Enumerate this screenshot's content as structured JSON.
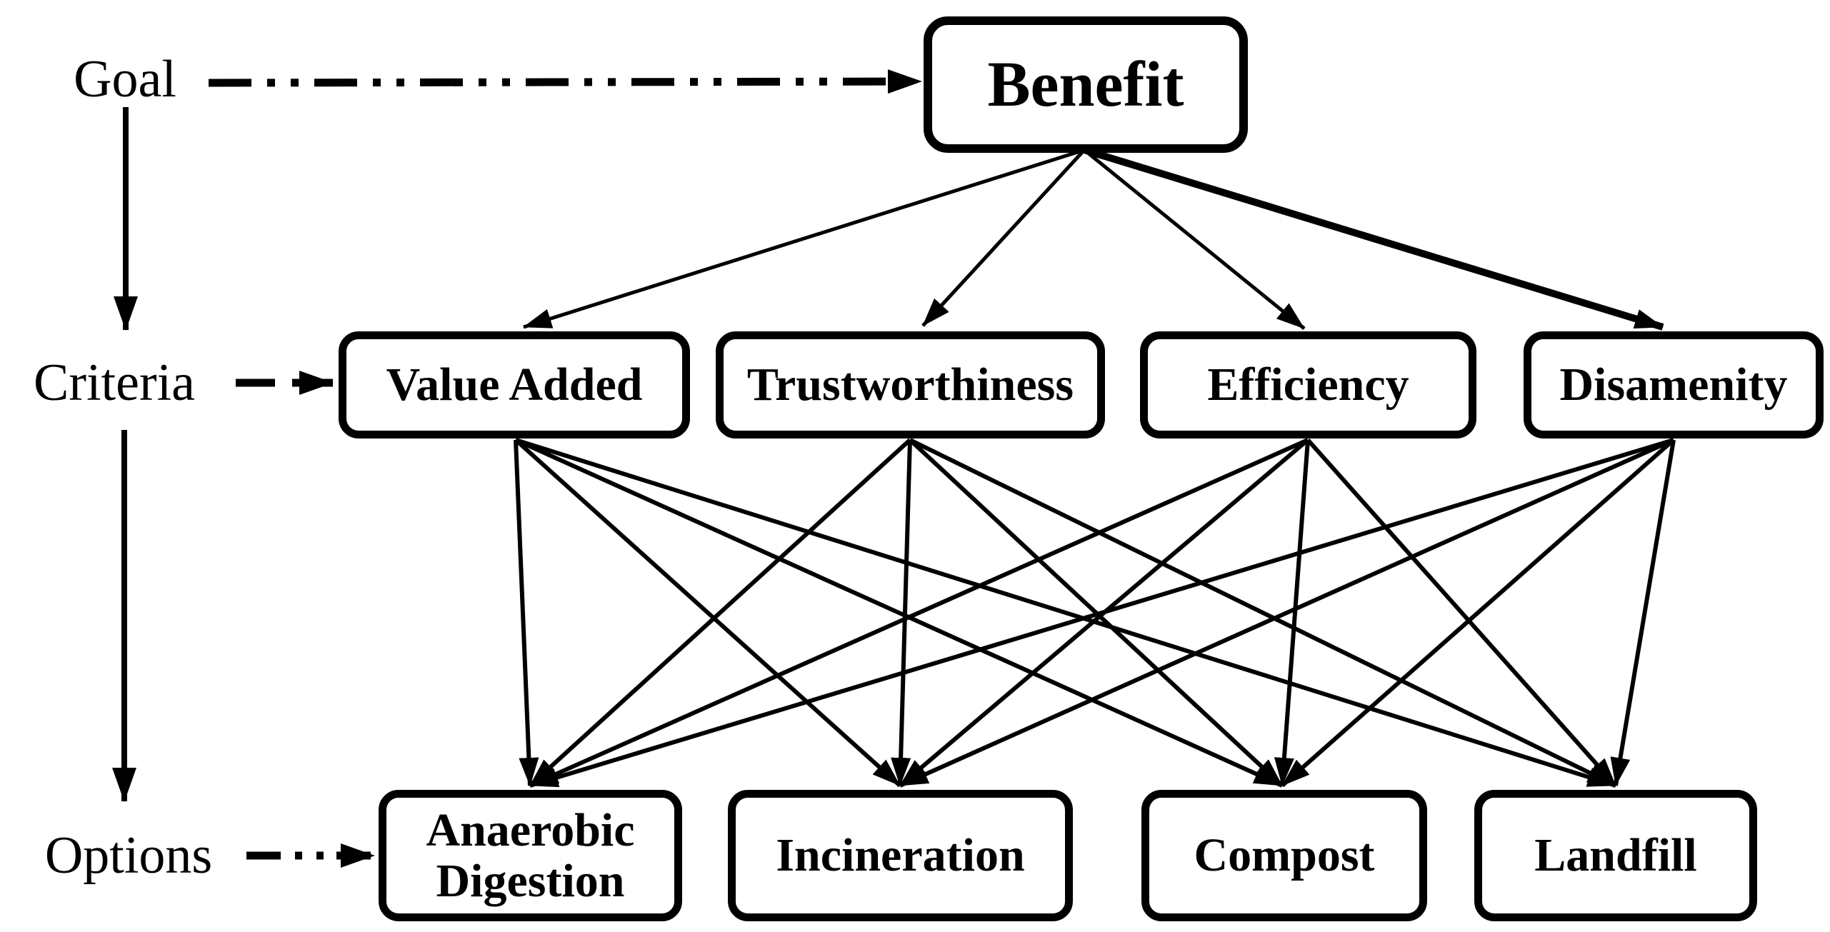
{
  "diagram": {
    "levels": [
      {
        "label": "Goal"
      },
      {
        "label": "Criteria"
      },
      {
        "label": "Options"
      }
    ],
    "goal": {
      "label": "Benefit"
    },
    "criteria": [
      {
        "label": "Value Added"
      },
      {
        "label": "Trustworthiness"
      },
      {
        "label": "Efficiency"
      },
      {
        "label": "Disamenity"
      }
    ],
    "options": [
      {
        "label": "Anaerobic Digestion"
      },
      {
        "label": "Incineration"
      },
      {
        "label": "Compost"
      },
      {
        "label": "Landfill"
      }
    ],
    "colors": {
      "ink": "#000000",
      "background": "#ffffff"
    }
  }
}
